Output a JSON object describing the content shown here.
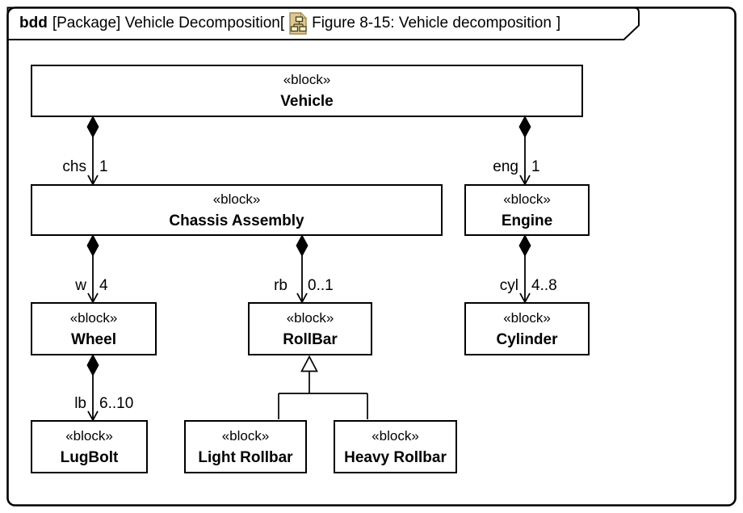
{
  "header": {
    "kind": "bdd",
    "context": "[Package] Vehicle Decomposition[",
    "figure": "Figure 8-15: Vehicle decomposition",
    "close_bracket": "]"
  },
  "blocks": [
    {
      "stereotype": "«block»",
      "name": "Vehicle"
    },
    {
      "stereotype": "«block»",
      "name": "Chassis Assembly"
    },
    {
      "stereotype": "«block»",
      "name": "Engine"
    },
    {
      "stereotype": "«block»",
      "name": "Wheel"
    },
    {
      "stereotype": "«block»",
      "name": "RollBar"
    },
    {
      "stereotype": "«block»",
      "name": "Cylinder"
    },
    {
      "stereotype": "«block»",
      "name": "LugBolt"
    },
    {
      "stereotype": "«block»",
      "name": "Light Rollbar"
    },
    {
      "stereotype": "«block»",
      "name": "Heavy Rollbar"
    }
  ],
  "compositions": [
    {
      "from": "Vehicle",
      "to": "Chassis Assembly",
      "role": "chs",
      "multiplicity": "1"
    },
    {
      "from": "Vehicle",
      "to": "Engine",
      "role": "eng",
      "multiplicity": "1"
    },
    {
      "from": "Chassis Assembly",
      "to": "Wheel",
      "role": "w",
      "multiplicity": "4"
    },
    {
      "from": "Chassis Assembly",
      "to": "RollBar",
      "role": "rb",
      "multiplicity": "0..1"
    },
    {
      "from": "Engine",
      "to": "Cylinder",
      "role": "cyl",
      "multiplicity": "4..8"
    },
    {
      "from": "Wheel",
      "to": "LugBolt",
      "role": "lb",
      "multiplicity": "6..10"
    }
  ],
  "generalization": {
    "general": "RollBar",
    "specifics": [
      "Light Rollbar",
      "Heavy Rollbar"
    ]
  },
  "colors": {
    "line": "#000000",
    "background": "#ffffff",
    "icon_page_fill": "#dcc893",
    "icon_page_stroke": "#a08a4f",
    "icon_box_fill": "#f7efc8",
    "icon_box_stroke": "#45401f"
  }
}
